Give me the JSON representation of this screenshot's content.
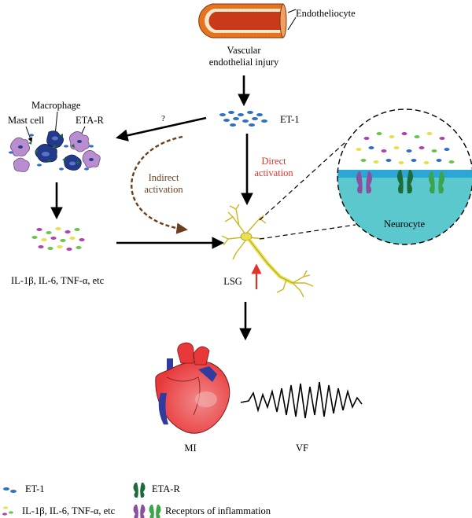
{
  "labels": {
    "endotheliocyte": "Endotheliocyte",
    "vascular_line1": "Vascular",
    "vascular_line2": "endothelial injury",
    "et1": "ET-1",
    "question": "?",
    "macrophage": "Macrophage",
    "mast_cell": "Mast cell",
    "eta_r": "ETA-R",
    "indirect_line1": "Indirect",
    "indirect_line2": "activation",
    "direct_line1": "Direct",
    "direct_line2": "activation",
    "neurocyte": "Neurocyte",
    "cytokines": "IL-1β, IL-6, TNF-α, etc",
    "lsg": "LSG",
    "mi": "MI",
    "vf": "VF"
  },
  "legend": {
    "et1": "ET-1",
    "eta_r": "ETA-R",
    "cytokines": "IL-1β, IL-6, TNF-α, etc",
    "receptors": "Receptors of inflammation"
  },
  "colors": {
    "et1": "#2f6fc4",
    "eta_r": "#1e6b3a",
    "receptor_purple": "#8a4f9e",
    "receptor_green": "#3aa54b",
    "direct_text": "#e0342b",
    "indirect": "#6b3f1f",
    "vessel_outer": "#e8731f",
    "vessel_inner": "#c83a1a",
    "neuron": "#e9e04a",
    "neurocyte_fill": "#5ac8cc",
    "membrane": "#2aa7d6",
    "heart_red": "#e8383a",
    "heart_blue": "#2f3b9e",
    "mast_cell": "#b98ed0",
    "macrophage": "#233a8a"
  },
  "icons": [
    "endotheliocyte-vessel-icon",
    "neuron-icon",
    "heart-icon",
    "ecg-wave-icon",
    "receptor-icon"
  ]
}
